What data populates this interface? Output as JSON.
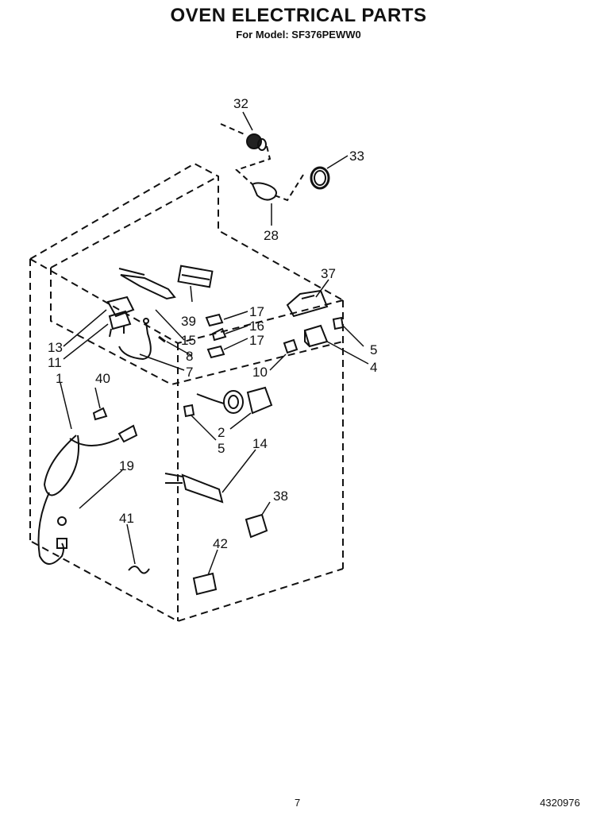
{
  "header": {
    "title": "OVEN ELECTRICAL PARTS",
    "subtitle": "For Model: SF376PEWW0"
  },
  "callouts": {
    "c1": "1",
    "c2": "2",
    "c4": "4",
    "c5a": "5",
    "c5b": "5",
    "c7": "7",
    "c8": "8",
    "c10": "10",
    "c11": "11",
    "c13": "13",
    "c14": "14",
    "c15": "15",
    "c16": "16",
    "c17a": "17",
    "c17b": "17",
    "c19": "19",
    "c28": "28",
    "c32": "32",
    "c33": "33",
    "c37": "37",
    "c38": "38",
    "c39": "39",
    "c40": "40",
    "c41": "41",
    "c42": "42"
  },
  "footer": {
    "page": "7",
    "doc_number": "4320976"
  }
}
